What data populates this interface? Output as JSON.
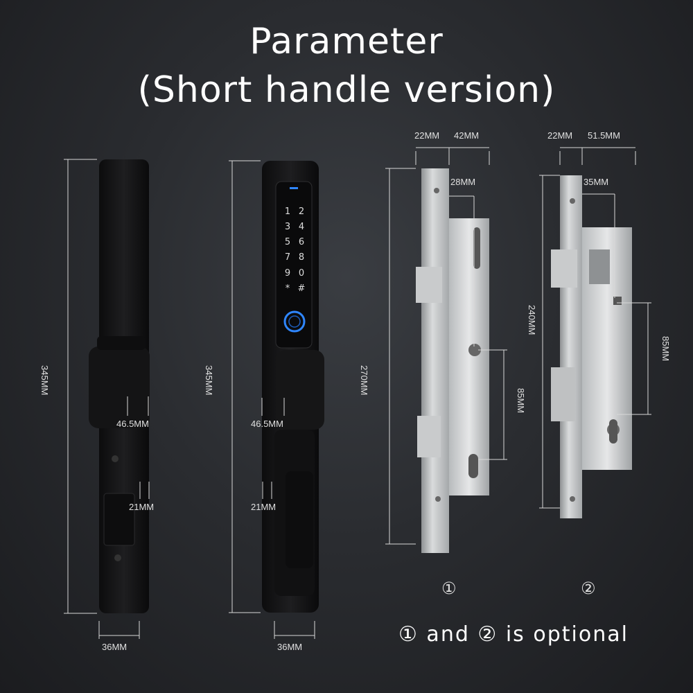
{
  "title": {
    "line1": "Parameter",
    "line2": "(Short handle version)"
  },
  "lock1": {
    "height_label": "345MM",
    "handle_label": "46.5MM",
    "depth_label": "21MM",
    "width_label": "36MM"
  },
  "lock2": {
    "height_label": "345MM",
    "handle_label": "46.5MM",
    "depth_label": "21MM",
    "width_label": "36MM",
    "keypad_keys": [
      "1",
      "2",
      "3",
      "4",
      "5",
      "6",
      "7",
      "8",
      "9",
      "0",
      "*",
      "#"
    ]
  },
  "mortise1": {
    "top_left_label": "22MM",
    "top_right_label": "42MM",
    "backset_label": "28MM",
    "height_label": "270MM",
    "center_label": "85MM",
    "number": "①"
  },
  "mortise2": {
    "top_left_label": "22MM",
    "top_right_label": "51.5MM",
    "backset_label": "35MM",
    "height_label": "240MM",
    "center_label": "85MM",
    "number": "②"
  },
  "footer": "① and ② is optional"
}
